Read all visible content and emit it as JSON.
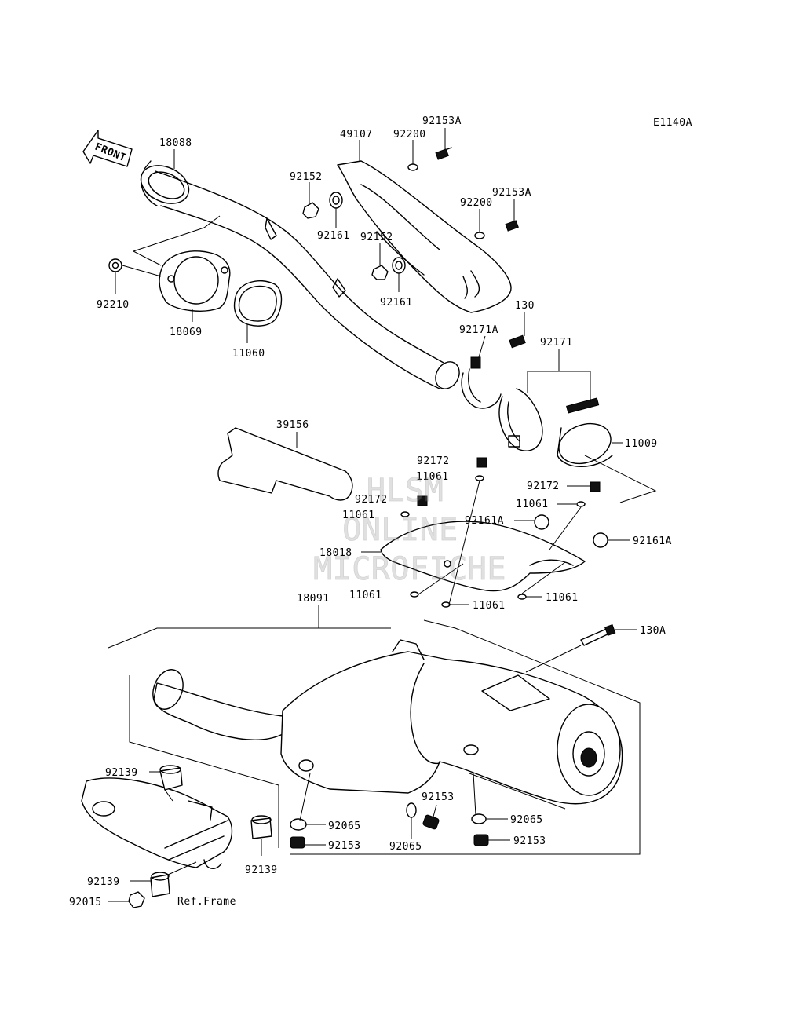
{
  "diagram_code": "E1140A",
  "front_label": "FRONT",
  "ref_label": "Ref.Frame",
  "watermark": [
    "HLSM",
    "ONLINE",
    "MICROFICHE"
  ],
  "callouts": {
    "c18088": "18088",
    "c49107": "49107",
    "c92200a": "92200",
    "c92153Aa": "92153A",
    "c92152a": "92152",
    "c92161a": "92161",
    "c92200b": "92200",
    "c92153Ab": "92153A",
    "c92152b": "92152",
    "c92161b": "92161",
    "c92210": "92210",
    "c18069": "18069",
    "c11060": "11060",
    "c130": "130",
    "c92171A": "92171A",
    "c92171": "92171",
    "c11009": "11009",
    "c39156": "39156",
    "c92172a": "92172",
    "c11061a": "11061",
    "c92172b": "92172",
    "c11061b": "11061",
    "c92172c": "92172",
    "c11061c": "11061",
    "c92161Aa": "92161A",
    "c92161Ab": "92161A",
    "c18018": "18018",
    "c11061d": "11061",
    "c11061e": "11061",
    "c11061f": "11061",
    "c18091": "18091",
    "c130A": "130A",
    "c92139a": "92139",
    "c92065a": "92065",
    "c92153a": "92153",
    "c92153b": "92153",
    "c92065b": "92065",
    "c92065c": "92065",
    "c92153c": "92153",
    "c92139b": "92139",
    "c92139c": "92139",
    "c92015": "92015"
  }
}
